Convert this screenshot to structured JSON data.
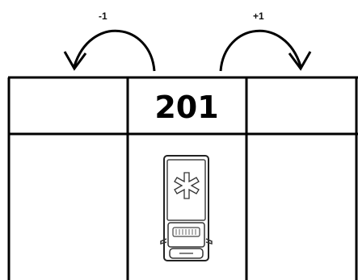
{
  "arrows": {
    "left_label": "-1",
    "right_label": "+1"
  },
  "grid": {
    "center_number": "201"
  },
  "icons": {
    "vehicle": "ambulance-top-view-icon",
    "emblem": "star-of-life-icon"
  },
  "colors": {
    "line": "#000000",
    "background": "#ffffff"
  }
}
